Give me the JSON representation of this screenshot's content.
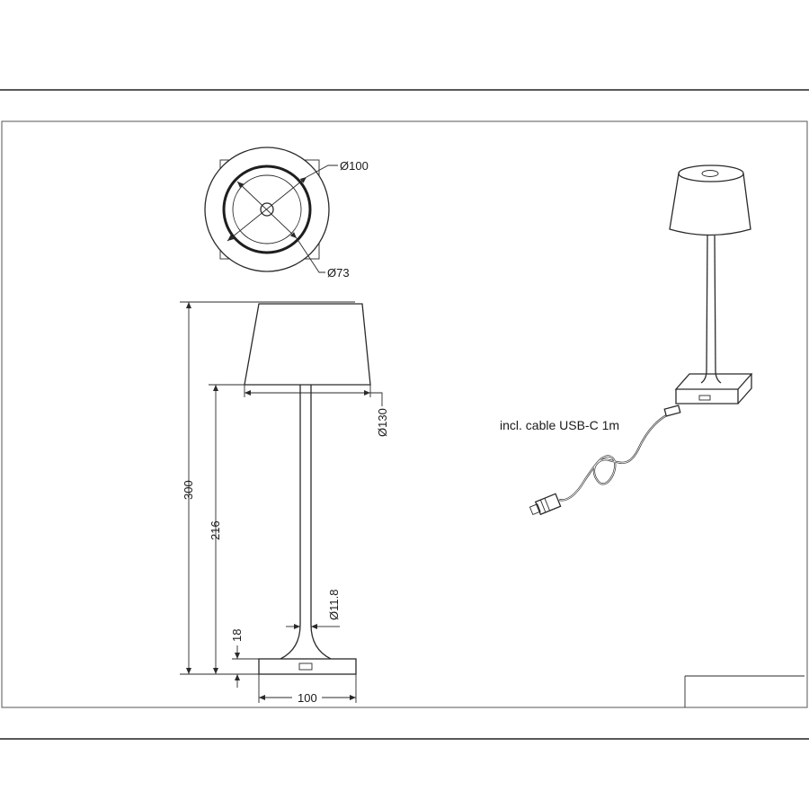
{
  "top_view": {
    "outer_diameter_label": "Ø100",
    "inner_diameter_label": "Ø73"
  },
  "side_view": {
    "shade_diameter_label": "Ø130",
    "total_height_label": "300",
    "stem_height_label": "216",
    "stem_diameter_label": "Ø11.8",
    "base_height_label": "18",
    "base_width_label": "100"
  },
  "perspective_view": {
    "cable_caption": "incl. cable USB-C 1m"
  },
  "colors": {
    "line": "#2a2a2a",
    "background": "#ffffff"
  }
}
